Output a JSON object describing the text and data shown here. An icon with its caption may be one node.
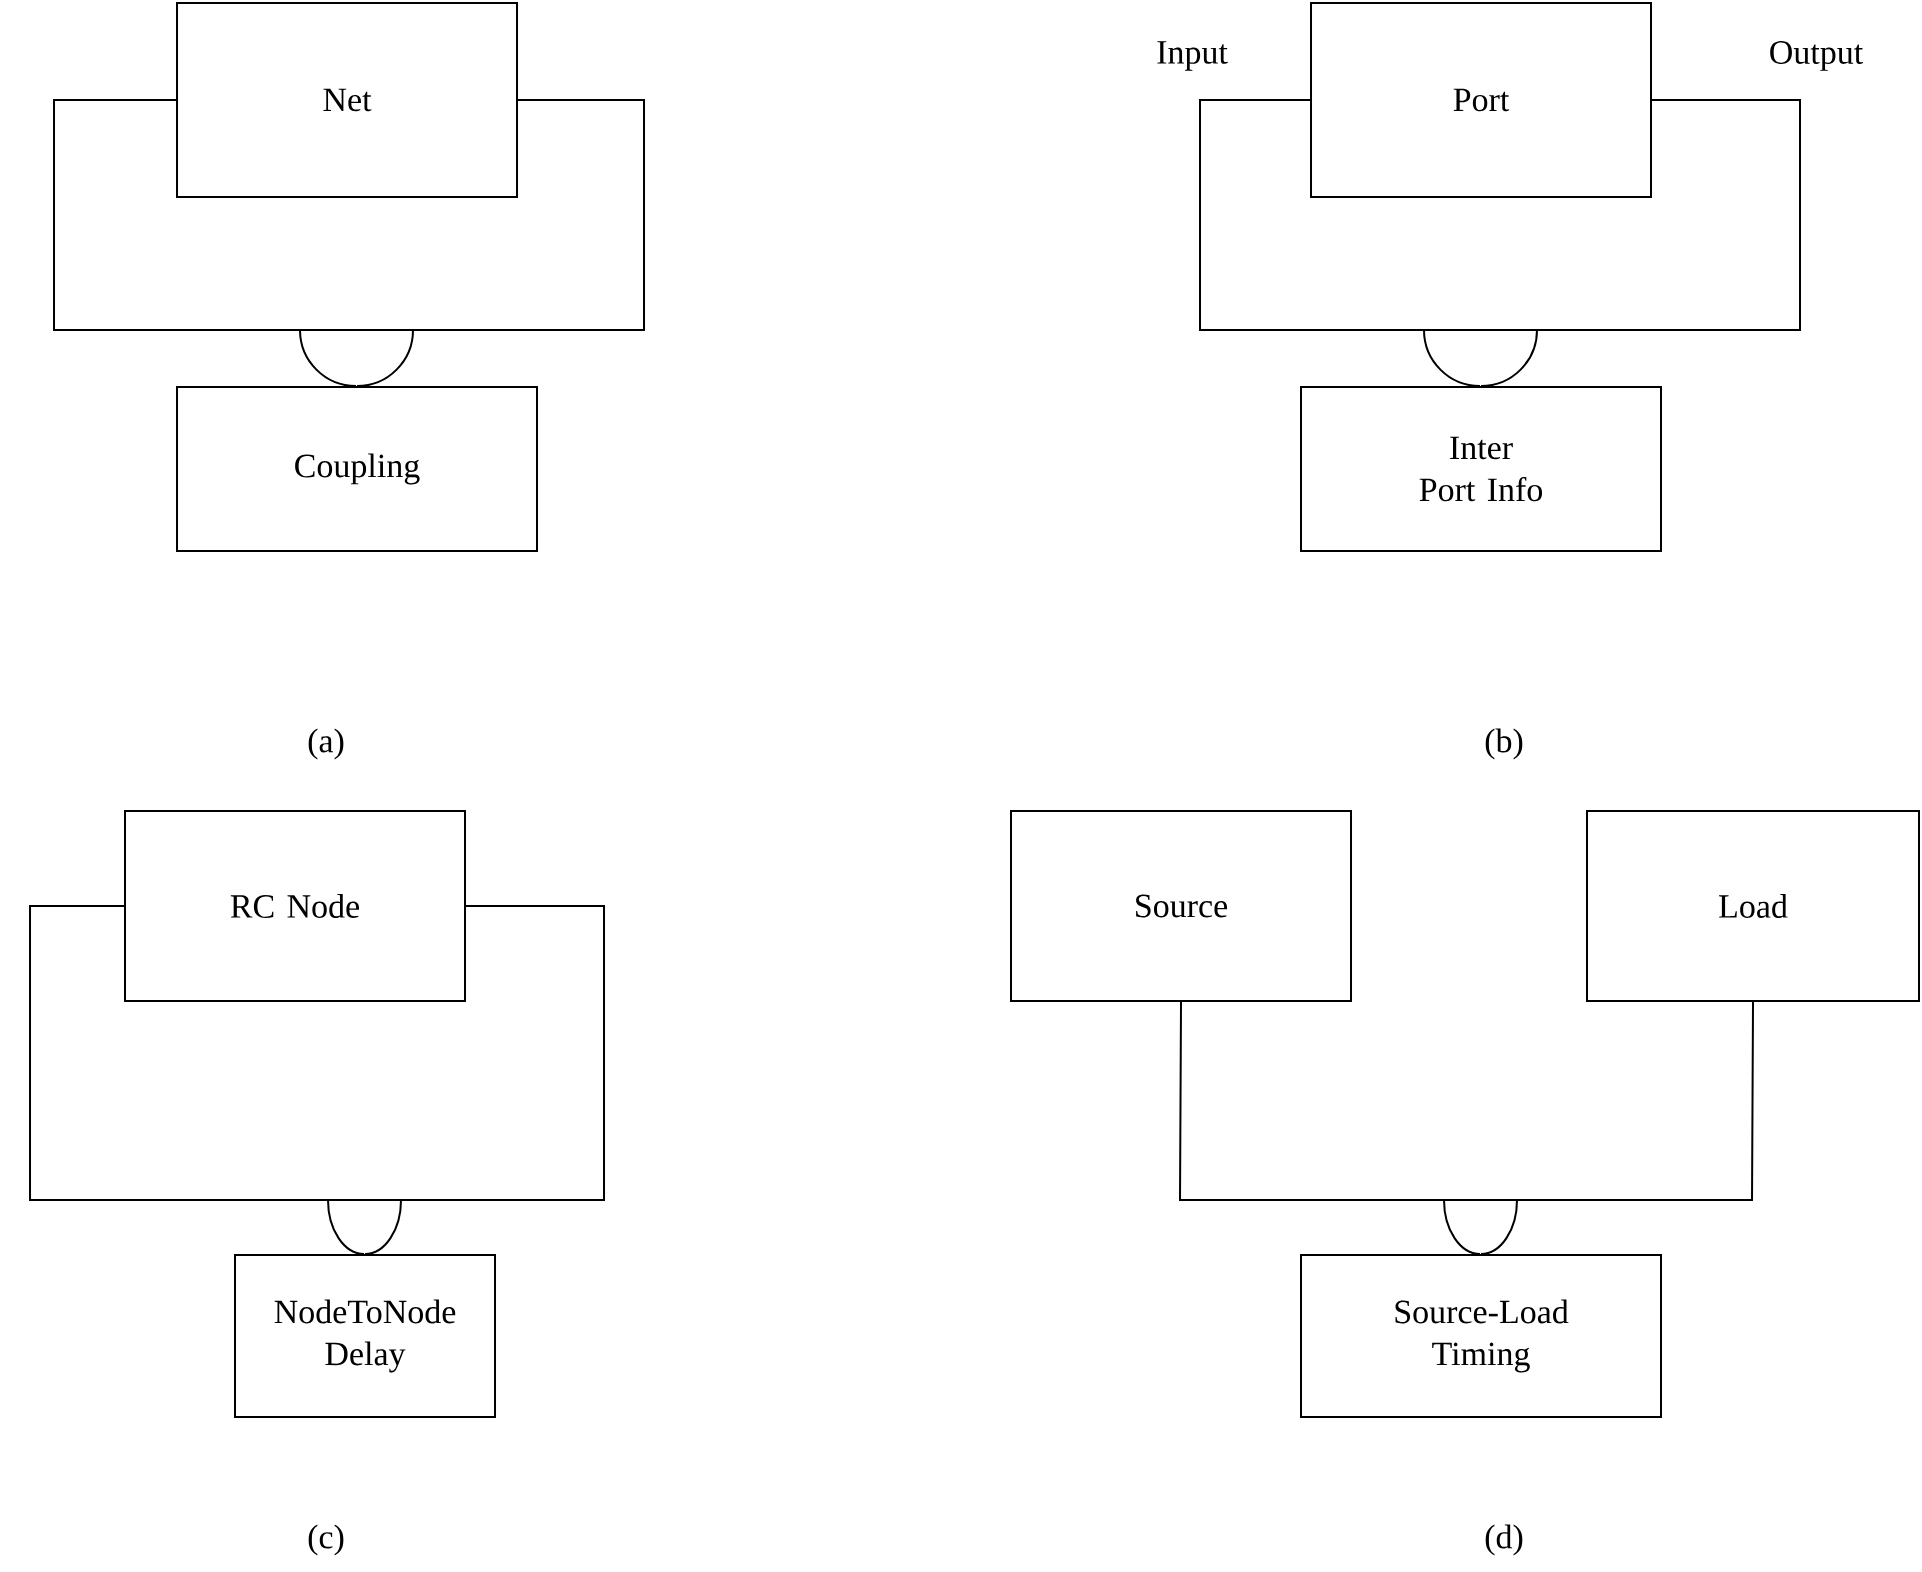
{
  "diagram": {
    "nodes": [
      {
        "text": [
          "Net"
        ]
      },
      {
        "text": [
          "Coupling"
        ]
      },
      {
        "text": [
          "Port"
        ]
      },
      {
        "text": [
          "Inter Port Info"
        ]
      },
      {
        "text": [
          "RC Node"
        ]
      },
      {
        "text": [
          "NodeToNode Delay"
        ]
      },
      {
        "text": [
          "Source"
        ]
      },
      {
        "text": [
          "Load"
        ]
      },
      {
        "text": [
          "Source-Load Timing"
        ]
      }
    ],
    "edges": [
      {
        "from": 0,
        "to": 0,
        "arrow": "none"
      },
      {
        "from": 1,
        "to": null,
        "arrow": "none"
      },
      {
        "from": 2,
        "to": 2,
        "arrow": "none"
      },
      {
        "from": 3,
        "to": null,
        "arrow": "none"
      },
      {
        "from": 4,
        "to": 4,
        "arrow": "none"
      },
      {
        "from": 5,
        "to": null,
        "arrow": "none"
      },
      {
        "from": 6,
        "to": 7,
        "arrow": "none"
      },
      {
        "from": 8,
        "to": null,
        "arrow": "none"
      }
    ],
    "labels": [
      "Input",
      "Output",
      "(a)",
      "(b)",
      "(c)",
      "(d)"
    ]
  }
}
